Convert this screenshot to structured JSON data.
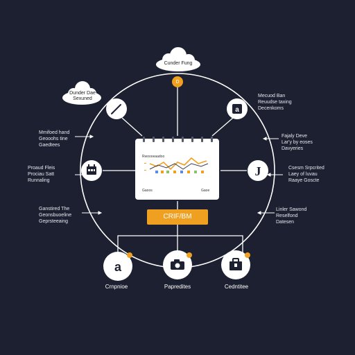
{
  "clouds": {
    "top": "Cunder Fung",
    "left": "Dunder Dae\nSexuned"
  },
  "top_badge": "D",
  "right_labels": [
    "Mecuod Ban\nReuudse taxing\nDecenkoms",
    "Fajaly Deve\nLar'y by eoses\nDavyeries",
    "Csesm Srpcrited\nLaey of luvau\nRaaye Goscte",
    "Linler Sawond\nReselfond\nDatesen"
  ],
  "left_labels": [
    "Mmifoed hand\nGeooohs tine\nGaedtees",
    "Proaud Fleis\nProciau Satt\nRunnaling",
    "Ganstired The\nGeonsbuoeline\nGeprsteeaing"
  ],
  "dashboard": {
    "title": "Rwoooeaadoo",
    "footer_left": "Gaoos",
    "footer_right": "Gaoe"
  },
  "crm_label": "CRIF/BM",
  "bottom_nodes": [
    {
      "label": "Crnpnioe"
    },
    {
      "label": "Papredites"
    },
    {
      "label": "Cedntitee"
    }
  ],
  "icons": {
    "top_left": "pen-icon",
    "top_right": "a-letter-icon",
    "mid_left": "calendar-icon",
    "mid_right": "j-letter-icon",
    "bottom_1": "a-letter-icon",
    "bottom_2": "camera-icon",
    "bottom_3": "briefcase-icon"
  },
  "colors": {
    "background": "#1c2030",
    "accent": "#f0a020",
    "line": "#ffffff"
  }
}
